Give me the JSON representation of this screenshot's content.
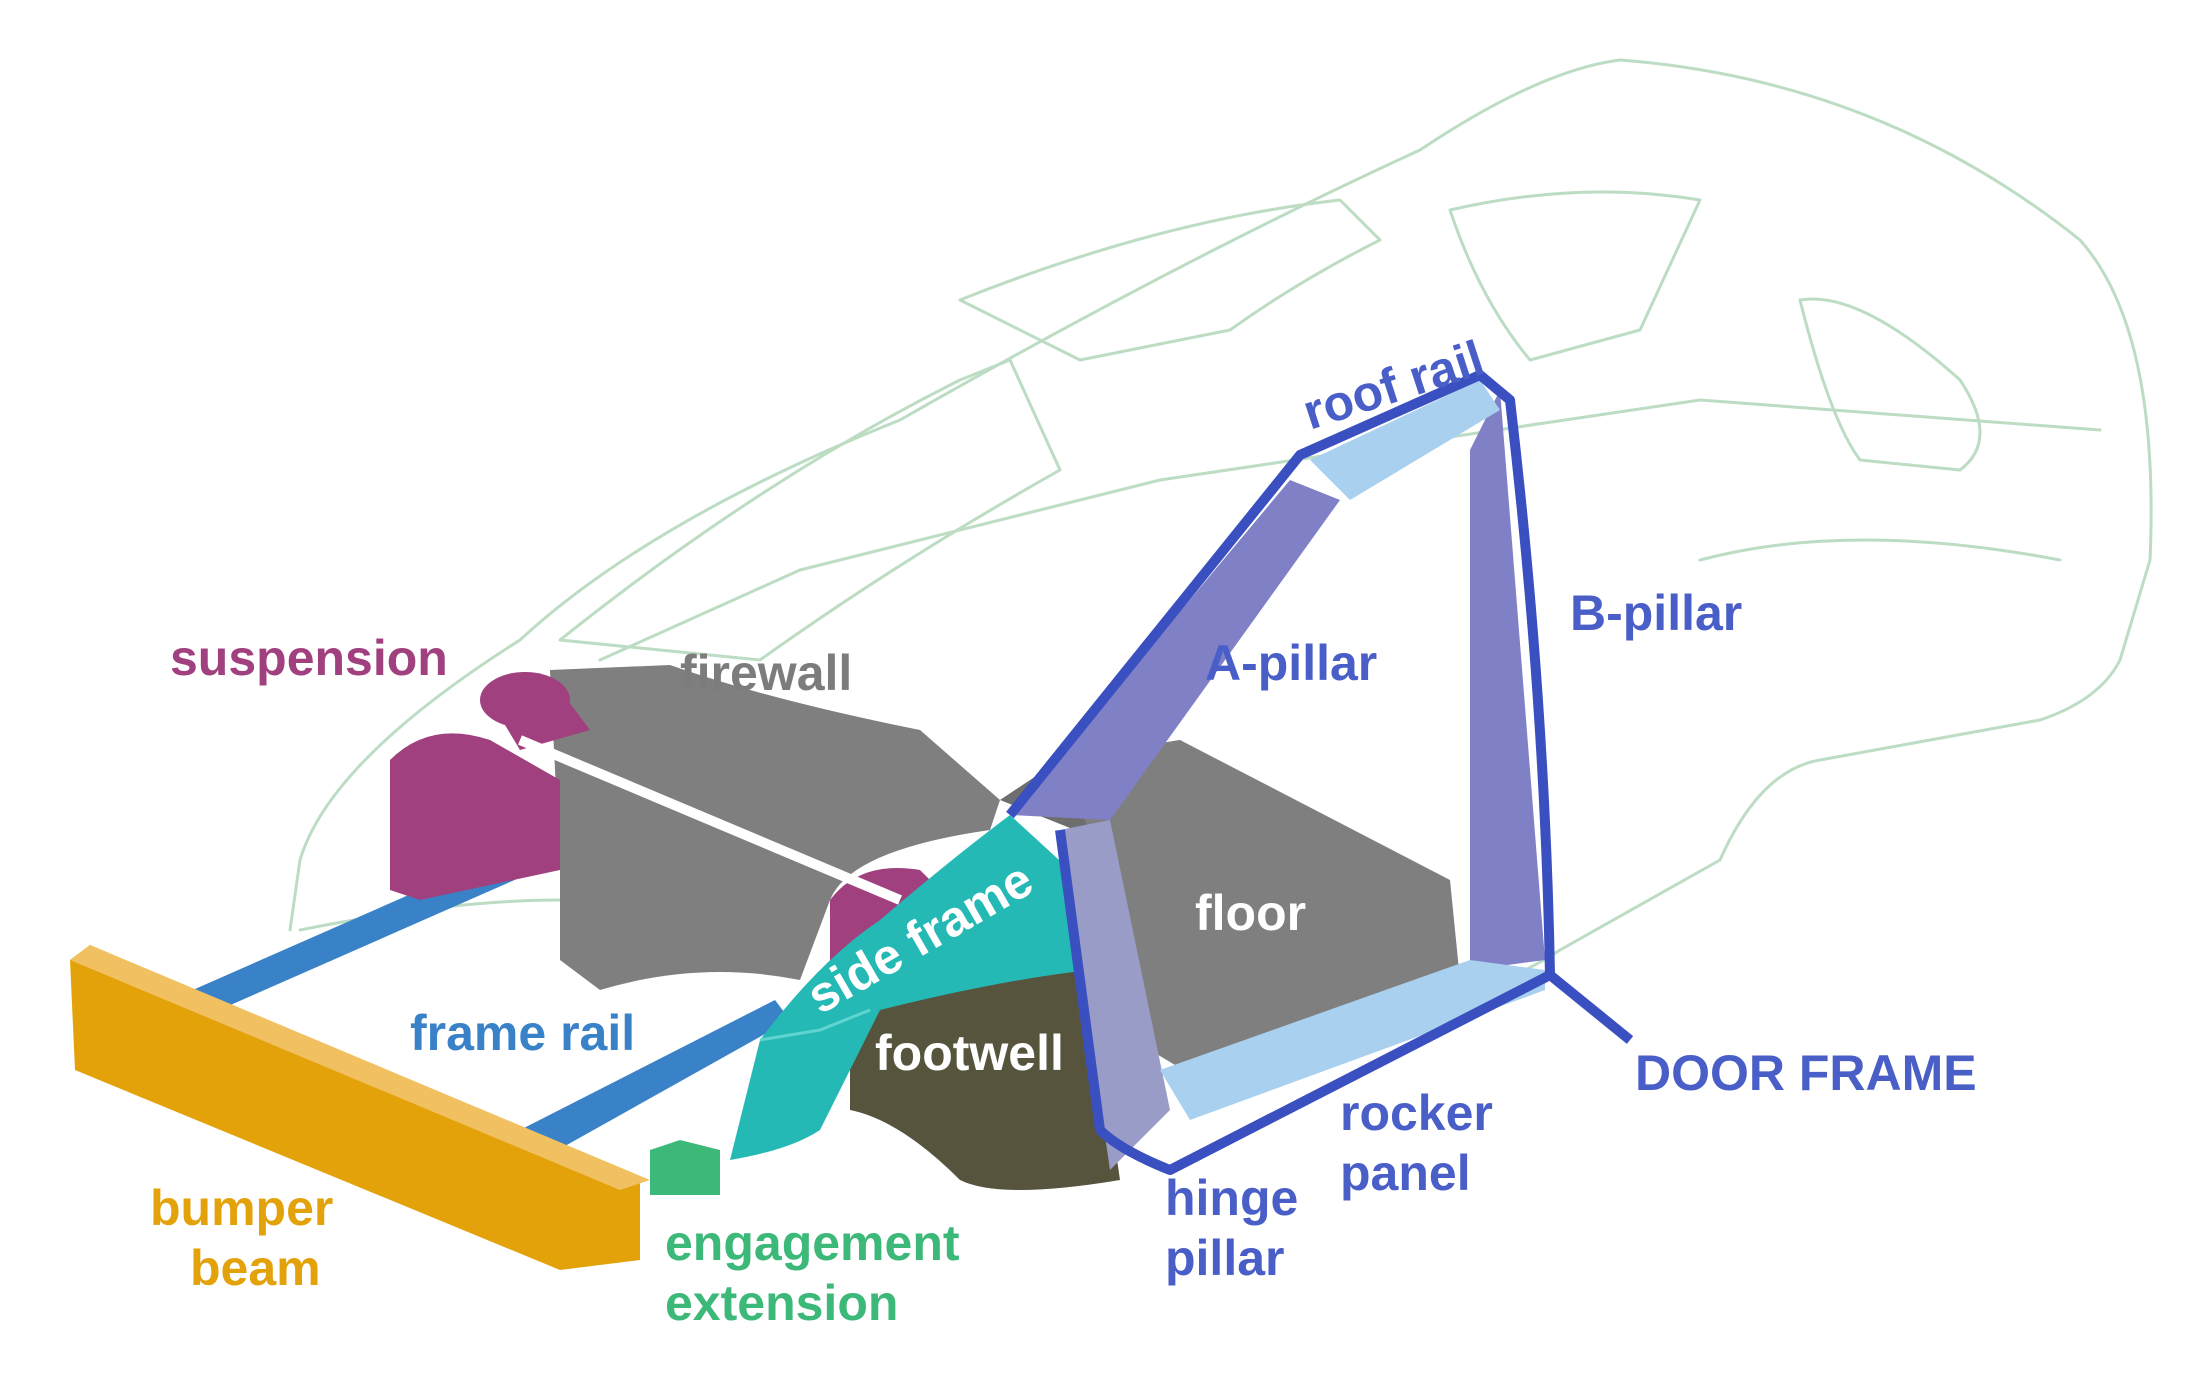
{
  "labels": {
    "suspension": "suspension",
    "firewall": "firewall",
    "roof_rail": "roof rail",
    "a_pillar": "A-pillar",
    "b_pillar": "B-pillar",
    "floor": "floor",
    "side_frame": "side frame",
    "frame_rail": "frame rail",
    "footwell": "footwell",
    "door_frame": "DOOR FRAME",
    "rocker_panel_1": "rocker",
    "rocker_panel_2": "panel",
    "hinge_pillar_1": "hinge",
    "hinge_pillar_2": "pillar",
    "bumper_beam_1": "bumper",
    "bumper_beam_2": "beam",
    "engagement_extension_1": "engagement",
    "engagement_extension_2": "extension"
  },
  "colors": {
    "car_outline": "#bcdcc4",
    "suspension": "#a0407f",
    "firewall": "#7f7f7f",
    "floor": "#7f7f7f",
    "side_frame": "#25b9b5",
    "footwell": "#57543d",
    "frame_rail": "#3a82c8",
    "bumper_beam": "#e3a20a",
    "engagement_extension": "#3cb878",
    "door_frame": "#3a4fc0",
    "pillar": "#7f80c6",
    "hinge_pillar": "#9a9cc8",
    "roof_rail": "#a9d0ee",
    "rocker_panel": "#a9d0ee",
    "label_gray": "#7c7c7c",
    "label_blue": "#4a5ec8",
    "label_frame_rail": "#3a82c8"
  }
}
